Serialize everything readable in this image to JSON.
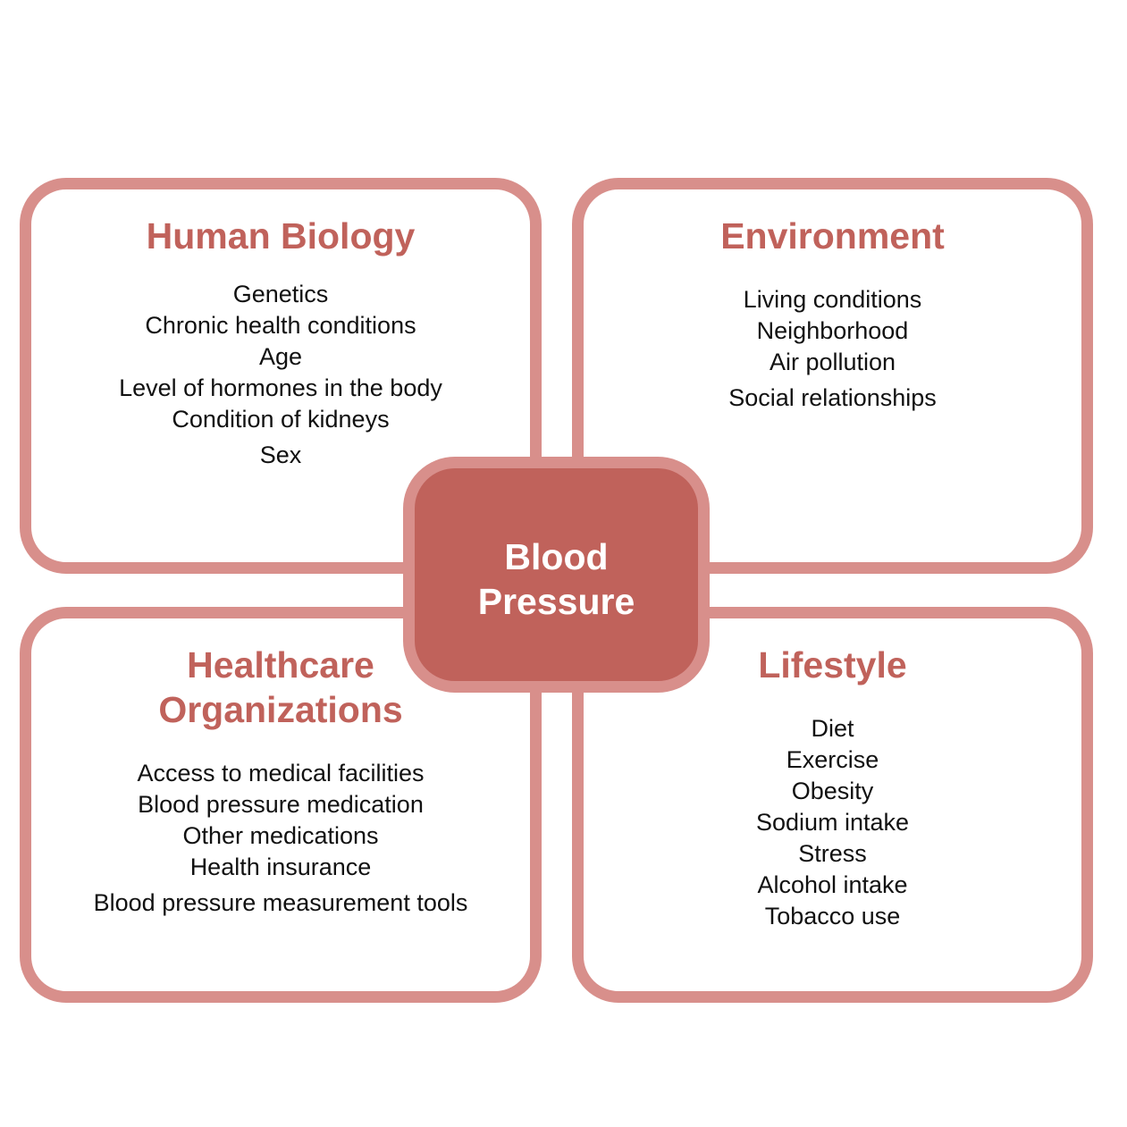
{
  "center": {
    "line1": "Blood",
    "line2": "Pressure"
  },
  "quadrants": {
    "human_biology": {
      "title": "Human Biology",
      "items": [
        "Genetics",
        "Chronic health conditions",
        "Age",
        "Level of hormones in the body",
        "Condition of kidneys",
        "Sex"
      ]
    },
    "environment": {
      "title": "Environment",
      "items": [
        "Living conditions",
        "Neighborhood",
        "Air pollution",
        "Social relationships"
      ]
    },
    "healthcare": {
      "title_line1": "Healthcare",
      "title_line2": "Organizations",
      "items": [
        "Access to medical facilities",
        "Blood pressure medication",
        "Other medications",
        "Health insurance",
        "Blood pressure measurement tools"
      ]
    },
    "lifestyle": {
      "title": "Lifestyle",
      "items": [
        "Diet",
        "Exercise",
        "Obesity",
        "Sodium intake",
        "Stress",
        "Alcohol intake",
        "Tobacco use"
      ]
    }
  },
  "colors": {
    "accent": "#c0625b",
    "border": "#d88f8b",
    "text": "#111111",
    "background": "#ffffff"
  }
}
